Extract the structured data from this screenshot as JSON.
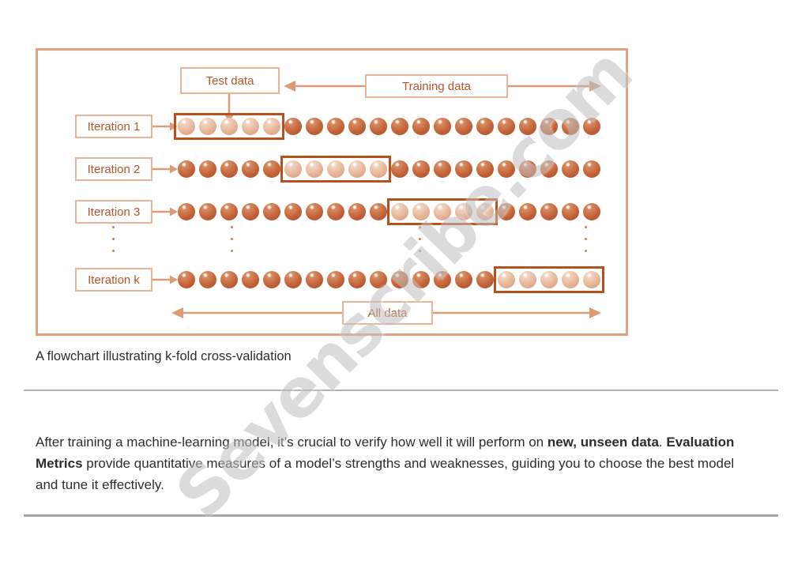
{
  "watermark": {
    "text": "Sevenscribe.com"
  },
  "colors": {
    "frame": "#dda183",
    "box-border": "#eab49a",
    "label-text": "#b4552a",
    "fold-border": "#b5521f",
    "arrow": "#dc9a77",
    "dot-dark": "#c26138",
    "dot-dark-hi": "#d98a5f",
    "dot-light": "#e5b294",
    "dot-light-hi": "#f2d2bd",
    "watermark": "#bfbfbf"
  },
  "diagram": {
    "test_data_label": "Test data",
    "training_data_label": "Training data",
    "all_data_label": "All data",
    "circles_per_row": 20,
    "fold_size": 5,
    "iterations": [
      {
        "label": "Iteration 1",
        "fold_start": 0
      },
      {
        "label": "Iteration 2",
        "fold_start": 5
      },
      {
        "label": "Iteration 3",
        "fold_start": 10
      },
      {
        "label": "Iteration k",
        "fold_start": 15
      }
    ]
  },
  "caption": "A flowchart illustrating k-fold cross-validation",
  "paragraph": {
    "part1": "After training a machine-learning model, it’s crucial to verify how well it will perform on ",
    "bold1": "new, unseen data",
    "part2": ". ",
    "bold2": "Evaluation Metrics",
    "part3": " provide quantitative measures of a model’s strengths and weaknesses, guiding you to choose the best model and tune it effectively."
  }
}
